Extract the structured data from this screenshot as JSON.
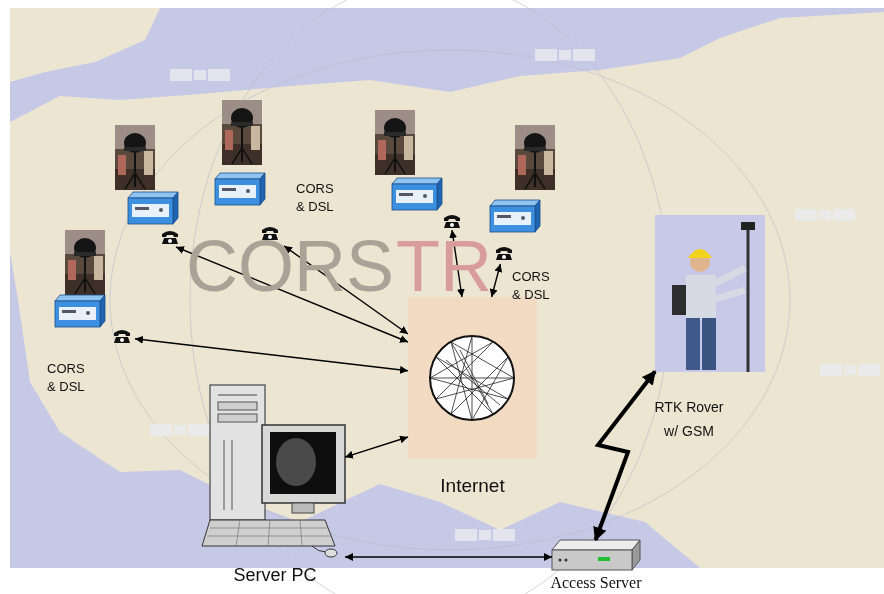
{
  "diagram": {
    "nodes": [
      {
        "text": [
          "CORS & DSL"
        ]
      },
      {
        "text": [
          "CORS & DSL"
        ]
      },
      {
        "text": [
          "CORS & DSL"
        ]
      },
      {
        "text": [
          "Internet"
        ]
      },
      {
        "text": [
          "RTK Rover w/ GSM"
        ]
      },
      {
        "text": [
          "Server PC"
        ]
      },
      {
        "text": [
          "Access Server"
        ]
      }
    ],
    "edges": [
      {
        "from": 0,
        "to": 3,
        "arrow": "both"
      },
      {
        "from": 1,
        "to": 3,
        "arrow": "both"
      },
      {
        "from": 2,
        "to": 3,
        "arrow": "both"
      },
      {
        "from": 3,
        "to": 5,
        "arrow": "both"
      },
      {
        "from": 5,
        "to": 6,
        "arrow": "both"
      },
      {
        "from": 6,
        "to": 4,
        "arrow": "both"
      }
    ],
    "labels": [
      "CORS",
      "TR"
    ]
  }
}
